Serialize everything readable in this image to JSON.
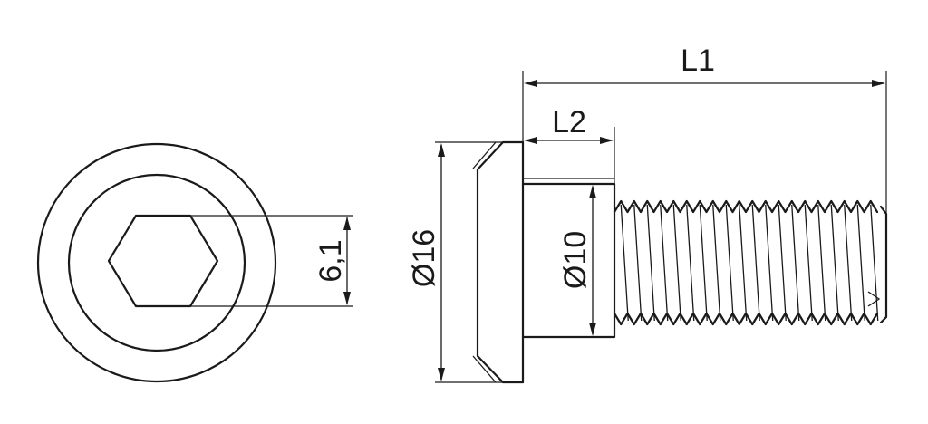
{
  "dimensions": {
    "overall_length": "L1",
    "shoulder_length": "L2",
    "head_diameter": "Ø16",
    "shoulder_diameter": "Ø10",
    "hex_socket_size": "6,1"
  },
  "colors": {
    "line": "#1a1a1a",
    "background": "#ffffff"
  }
}
